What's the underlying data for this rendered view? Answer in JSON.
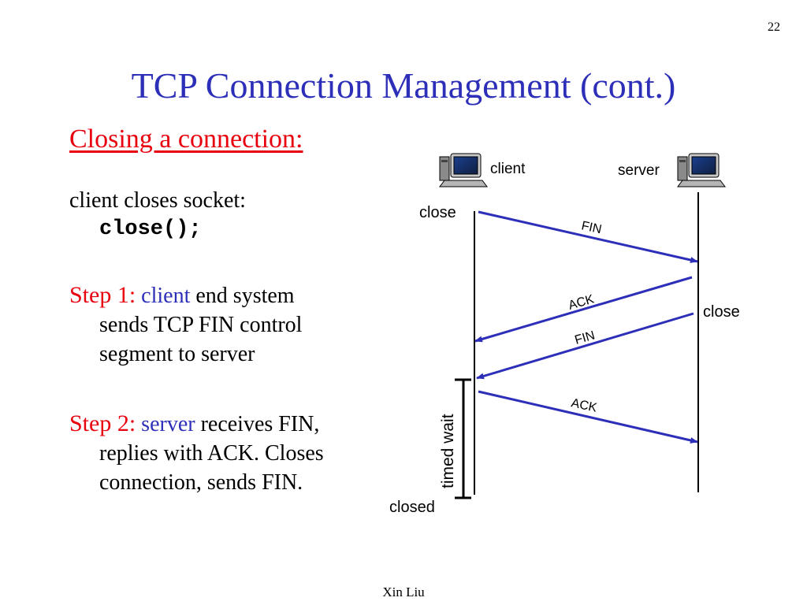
{
  "slide_number": "22",
  "title": "TCP Connection Management (cont.)",
  "heading": "Closing a connection:",
  "socket": {
    "text": "client closes socket:",
    "code": "close();"
  },
  "step1": {
    "label": "Step 1:",
    "who": "client",
    "line1_rest": " end system",
    "line2": "sends TCP FIN control",
    "line3": "segment to server"
  },
  "step2": {
    "label": "Step 2:",
    "who": "server",
    "line1_rest": " receives FIN,",
    "line2": "replies with ACK. Closes",
    "line3": "connection, sends FIN."
  },
  "diagram": {
    "client_label": "client",
    "server_label": "server",
    "client_close": "close",
    "server_close": "close",
    "timed_wait": "timed wait",
    "closed": "closed",
    "messages": [
      "FIN",
      "ACK",
      "FIN",
      "ACK"
    ],
    "arrow_color": "#2d2fb8"
  },
  "footer": "Xin Liu"
}
